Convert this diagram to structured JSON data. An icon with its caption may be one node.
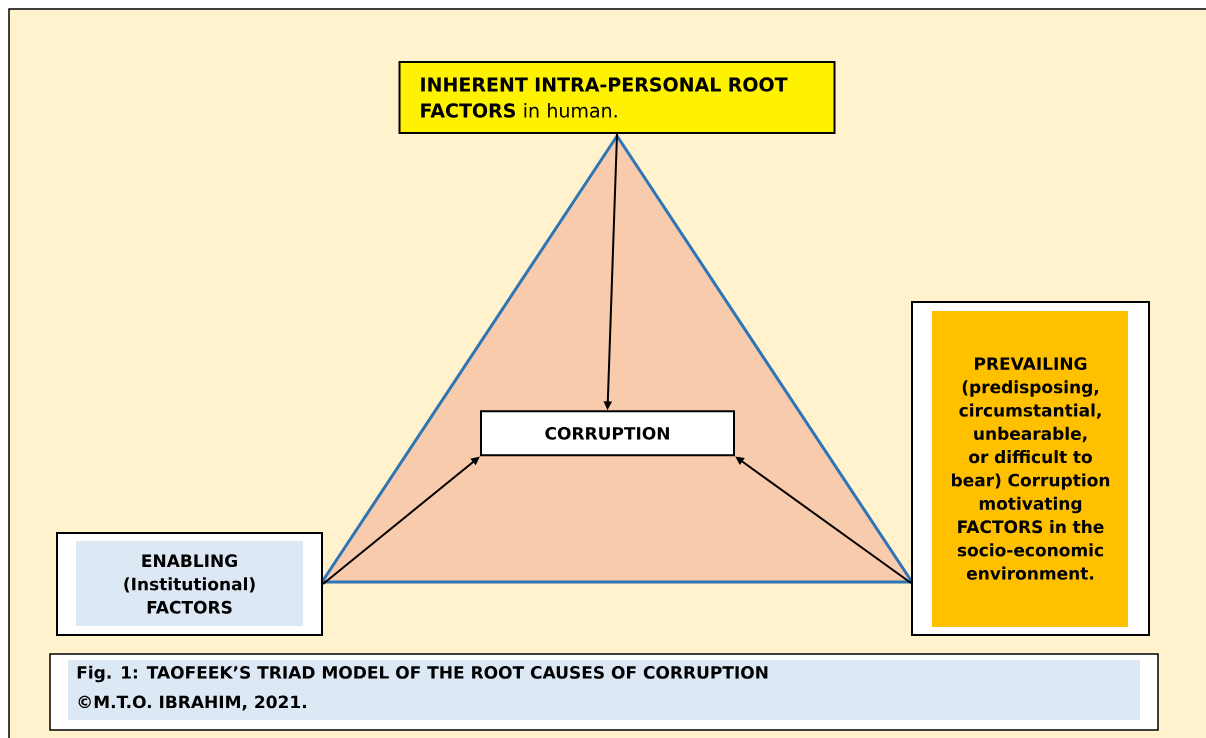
{
  "diagram": {
    "caption": "Fig. 1: TAOFEEK’S TRIAD MODEL OF THE ROOT CAUSES OF CORRUPTION",
    "nodes": [
      {
        "text": [
          "**INHERENT INTRA-PERSONAL ROOT FACTORS** in human."
        ]
      },
      {
        "text": [],
        "shape": "triangle"
      },
      {
        "text": [
          "CORRUPTION"
        ],
        "in": 1
      },
      {
        "text": [
          "ENABLING (Institutional) FACTORS"
        ]
      },
      {
        "text": [
          "PREVAILING (predisposing, circumstantial, unbearable, or difficult to bear) Corruption motivating FACTORS in the socio-economic environment."
        ]
      }
    ],
    "edges": [
      {
        "from": 0,
        "to": 2,
        "arrow": "to"
      },
      {
        "from": 3,
        "to": 2,
        "arrow": "to"
      },
      {
        "from": 4,
        "to": 2,
        "arrow": "to"
      }
    ],
    "labels": [
      "©M.T.O. IBRAHIM, 2021."
    ]
  }
}
